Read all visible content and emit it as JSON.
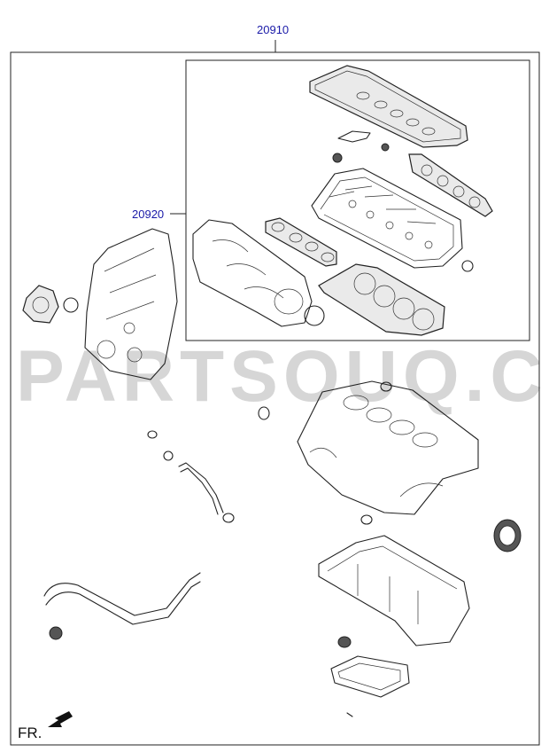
{
  "callouts": {
    "outer_kit": "20910",
    "inner_kit": "20920"
  },
  "watermark": "PARTSOUQ.COM",
  "direction_label": "FR.",
  "icons": {
    "front_arrow": "arrow-left-down-icon"
  }
}
